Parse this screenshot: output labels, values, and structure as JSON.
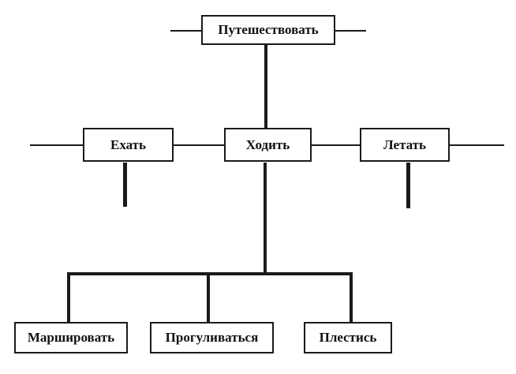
{
  "diagram": {
    "description": "Russian verbs of motion hierarchy",
    "nodes": {
      "root": {
        "label": "Путешествовать"
      },
      "ehat": {
        "label": "Ехать"
      },
      "hodit": {
        "label": "Ходить"
      },
      "letat": {
        "label": "Летать"
      },
      "marshirovat": {
        "label": "Маршировать"
      },
      "progulivatsya": {
        "label": "Прогуливаться"
      },
      "plestis": {
        "label": "Плестись"
      }
    },
    "colors": {
      "line": "#1a1a1a",
      "border": "#1a1a1a",
      "background": "#ffffff",
      "text": "#111111"
    }
  }
}
